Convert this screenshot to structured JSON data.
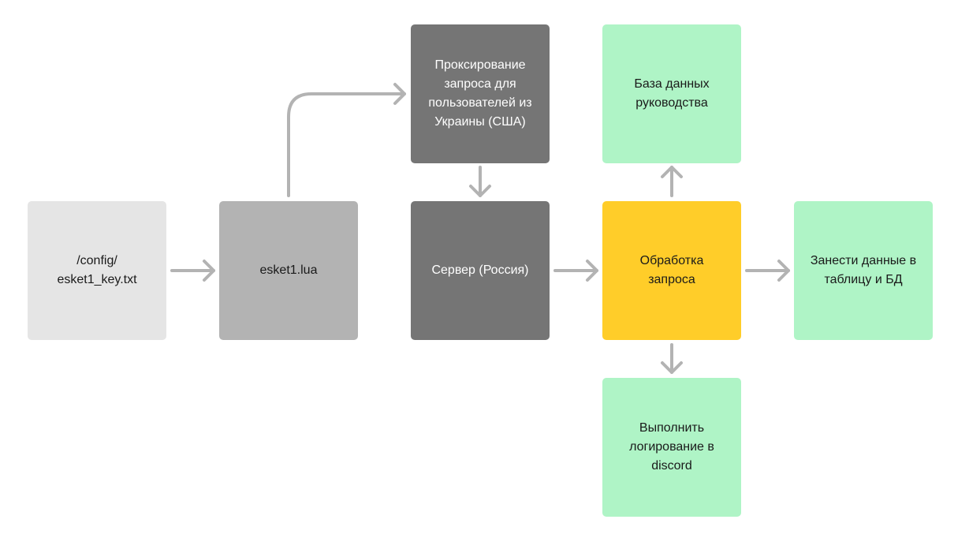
{
  "nodes": {
    "config": {
      "label": "/config/\nesket1_key.txt"
    },
    "lua": {
      "label": "esket1.lua"
    },
    "proxy": {
      "label": "Проксирование\nзапроса для\nпользователей из\nУкраины (США)"
    },
    "server": {
      "label": "Сервер (Россия)"
    },
    "process": {
      "label": "Обработка\nзапроса"
    },
    "db": {
      "label": "База данных\nруководства"
    },
    "table": {
      "label": "Занести данные в\nтаблицу и БД"
    },
    "log": {
      "label": "Выполнить\nлогирование в\ndiscord"
    }
  },
  "colors": {
    "light": "#e5e5e5",
    "mid": "#b3b3b3",
    "dark": "#757575",
    "green": "#aff4c6",
    "yellow": "#ffcd29",
    "connector": "#b3b3b3"
  },
  "edges": [
    {
      "from": "config",
      "to": "lua"
    },
    {
      "from": "lua",
      "to": "proxy"
    },
    {
      "from": "proxy",
      "to": "server"
    },
    {
      "from": "server",
      "to": "process"
    },
    {
      "from": "process",
      "to": "db"
    },
    {
      "from": "process",
      "to": "table"
    },
    {
      "from": "process",
      "to": "log"
    }
  ]
}
